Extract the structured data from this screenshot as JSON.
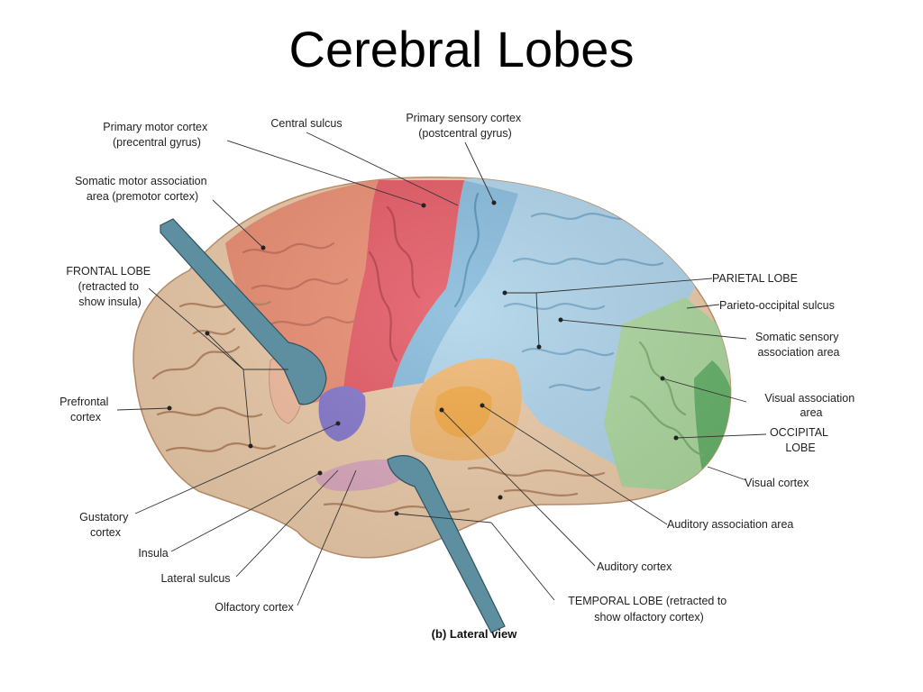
{
  "title": "Cerebral Lobes",
  "labels": {
    "primary_motor_cortex": [
      "Primary motor cortex",
      "(precentral gyrus)"
    ],
    "central_sulcus": [
      "Central sulcus"
    ],
    "primary_sensory_cortex": [
      "Primary sensory cortex",
      "(postcentral gyrus)"
    ],
    "somatic_motor_association": [
      "Somatic motor association",
      "area (premotor cortex)"
    ],
    "frontal_lobe": [
      "FRONTAL LOBE",
      "(retracted to",
      "show insula)"
    ],
    "prefrontal_cortex": [
      "Prefrontal",
      "cortex"
    ],
    "gustatory_cortex": [
      "Gustatory",
      "cortex"
    ],
    "insula": [
      "Insula"
    ],
    "lateral_sulcus": [
      "Lateral sulcus"
    ],
    "olfactory_cortex": [
      "Olfactory cortex"
    ],
    "parietal_lobe": [
      "PARIETAL LOBE"
    ],
    "parieto_occipital_sulcus": [
      "Parieto-occipital sulcus"
    ],
    "somatic_sensory_association": [
      "Somatic sensory",
      "association area"
    ],
    "visual_association": [
      "Visual association",
      "area"
    ],
    "occipital_lobe": [
      "OCCIPITAL",
      "LOBE"
    ],
    "visual_cortex": [
      "Visual cortex"
    ],
    "auditory_association": [
      "Auditory association area"
    ],
    "auditory_cortex": [
      "Auditory cortex"
    ],
    "temporal_lobe": [
      "TEMPORAL LOBE (retracted to",
      "show olfactory cortex)"
    ]
  },
  "caption": "(b) Lateral view",
  "colors": {
    "background": "#ffffff",
    "frontal_tan": "#e9c7a4",
    "premotor_orange": "#e8876a",
    "motor_red": "#e2505c",
    "sensory_blue": "#7fb6d9",
    "parietal_blue": "#a9d0e8",
    "occipital_green": "#a8d49a",
    "visual_cortex_green": "#5fae63",
    "auditory_orange": "#f0a43c",
    "insula_purple": "#7f70c8",
    "olfactory_pink": "#d7a2b8",
    "retractor_steel": "#5e8fa0"
  }
}
